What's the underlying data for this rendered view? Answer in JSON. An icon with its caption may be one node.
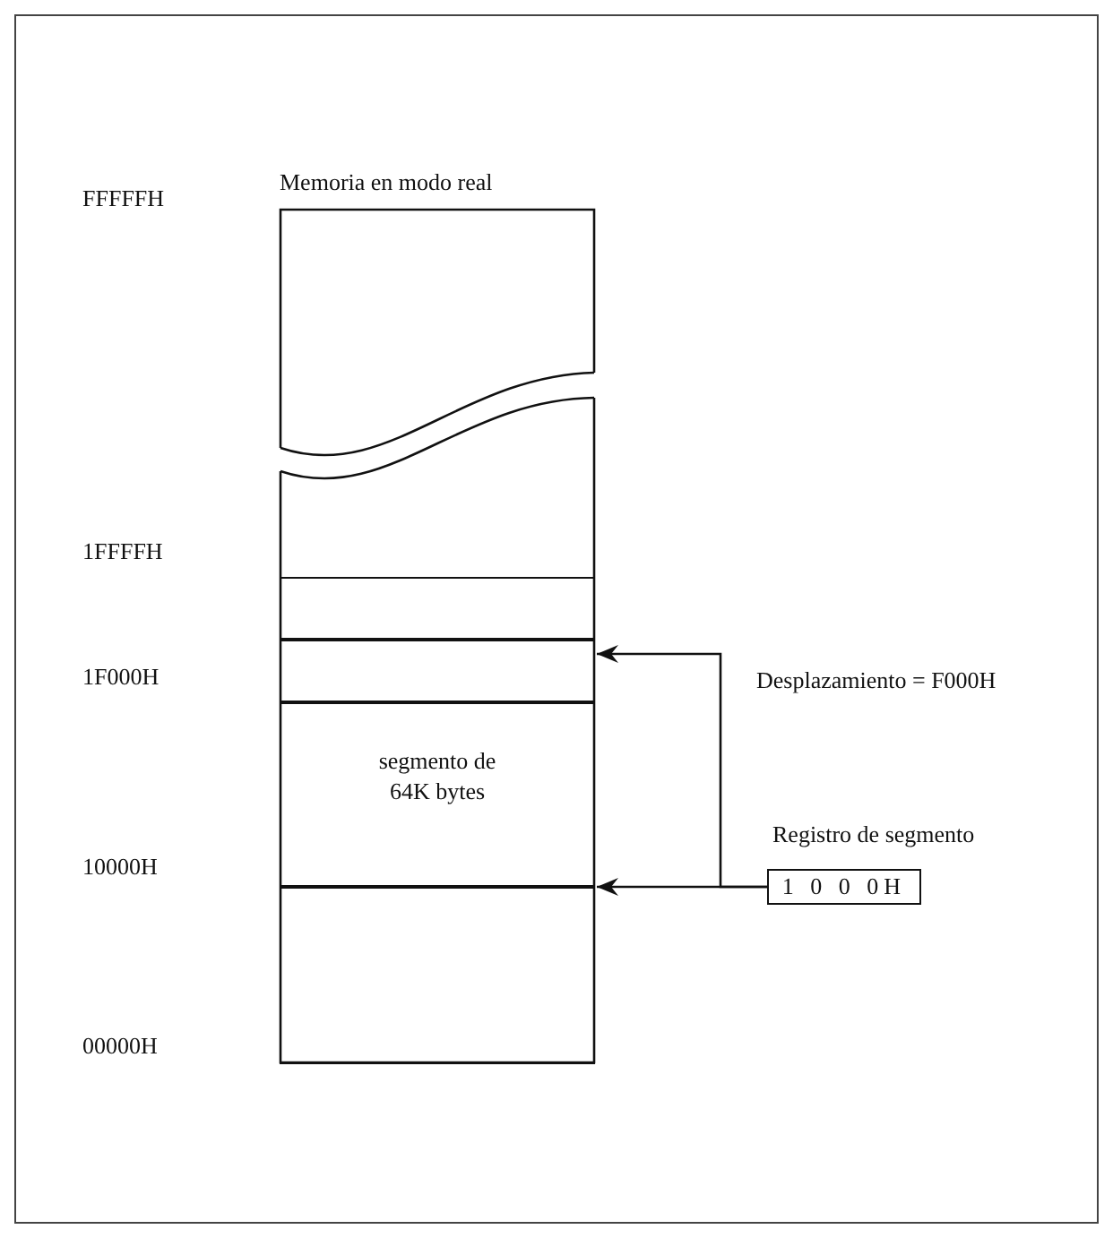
{
  "diagram": {
    "nodes": [
      {
        "text": [
          "Memoria en modo real"
        ]
      },
      {
        "text": [],
        "shape": "box",
        "in": 0
      },
      {
        "text": [],
        "shape": "box",
        "in": 0
      },
      {
        "text": [
          "segmento de 64K bytes"
        ],
        "in": 0
      },
      {
        "text": [],
        "shape": "box",
        "in": 0
      },
      {
        "text": [
          "1 0 0 0H"
        ],
        "beside": [
          "Registro de segmento"
        ]
      }
    ],
    "edges": [
      {
        "from": 5,
        "to": 3,
        "arrow": "to"
      },
      {
        "from": 5,
        "to": 2,
        "arrow": "to",
        "label": "Desplazamiento = F000H"
      }
    ],
    "labels": [
      "FFFFFH",
      "1FFFFH",
      "1F000H",
      "10000H",
      "00000H"
    ]
  }
}
